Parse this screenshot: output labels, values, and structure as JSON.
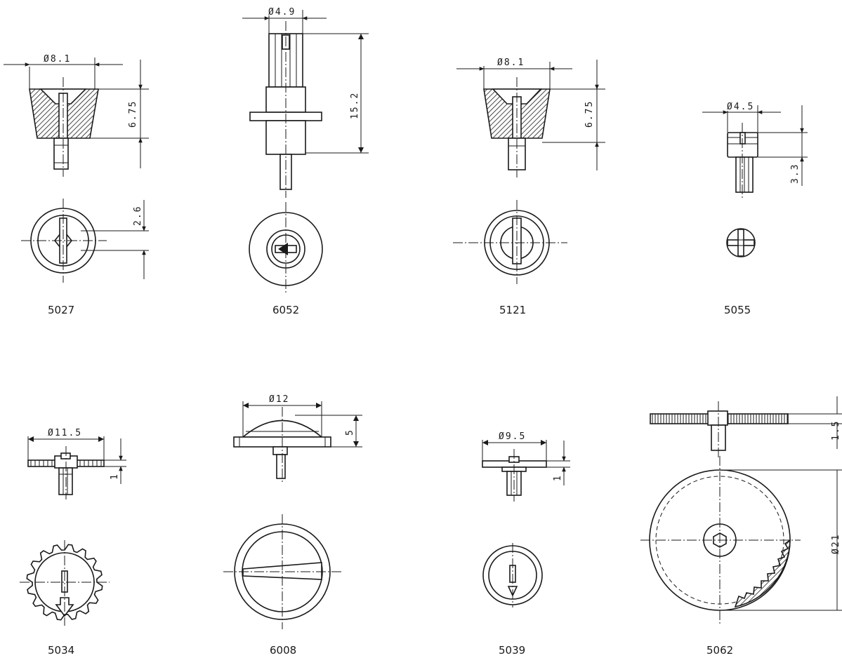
{
  "parts": [
    {
      "id": "5027",
      "dims": {
        "diameter": "Ø8.1",
        "height": "6.75",
        "socket": "2.6"
      }
    },
    {
      "id": "6052",
      "dims": {
        "diameter": "Ø4.9",
        "height": "15.2"
      }
    },
    {
      "id": "5121",
      "dims": {
        "diameter": "Ø8.1",
        "height": "6.75"
      }
    },
    {
      "id": "5055",
      "dims": {
        "diameter": "Ø4.5",
        "height": "3.3"
      }
    },
    {
      "id": "5034",
      "dims": {
        "diameter": "Ø11.5",
        "thickness": "1"
      }
    },
    {
      "id": "6008",
      "dims": {
        "diameter": "Ø12",
        "height": "5"
      }
    },
    {
      "id": "5039",
      "dims": {
        "diameter": "Ø9.5",
        "thickness": "1"
      }
    },
    {
      "id": "5062",
      "dims": {
        "thickness": "1.5",
        "diameter": "Ø21"
      }
    }
  ]
}
